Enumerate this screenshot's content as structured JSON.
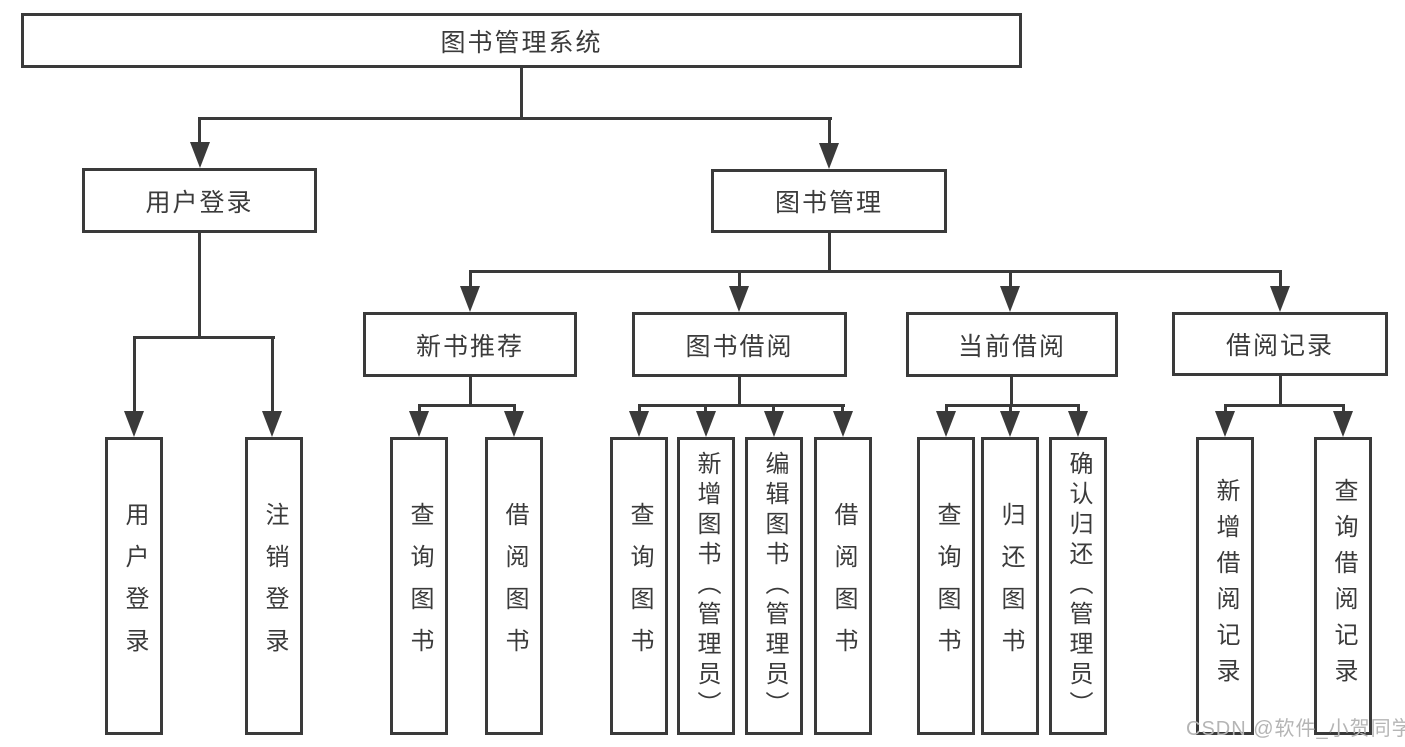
{
  "tree": {
    "root": {
      "label": "图书管理系统",
      "children": [
        {
          "label": "用户登录",
          "children": [
            {
              "label": "用户登录"
            },
            {
              "label": "注销登录"
            }
          ]
        },
        {
          "label": "图书管理",
          "children": [
            {
              "label": "新书推荐",
              "children": [
                {
                  "label": "查询图书"
                },
                {
                  "label": "借阅图书"
                }
              ]
            },
            {
              "label": "图书借阅",
              "children": [
                {
                  "label": "查询图书"
                },
                {
                  "label": "新增图书（管理员）"
                },
                {
                  "label": "编辑图书（管理员）"
                },
                {
                  "label": "借阅图书"
                }
              ]
            },
            {
              "label": "当前借阅",
              "children": [
                {
                  "label": "查询图书"
                },
                {
                  "label": "归还图书"
                },
                {
                  "label": "确认归还（管理员）"
                }
              ]
            },
            {
              "label": "借阅记录",
              "children": [
                {
                  "label": "新增借阅记录"
                },
                {
                  "label": "查询借阅记录"
                }
              ]
            }
          ]
        }
      ]
    }
  },
  "watermark": {
    "text": "CSDN @软件_小贺同学"
  },
  "colors": {
    "line": "#3a3a3a",
    "text": "#3b3b3b",
    "watermark": "#b5b5b5",
    "background": "#ffffff"
  }
}
